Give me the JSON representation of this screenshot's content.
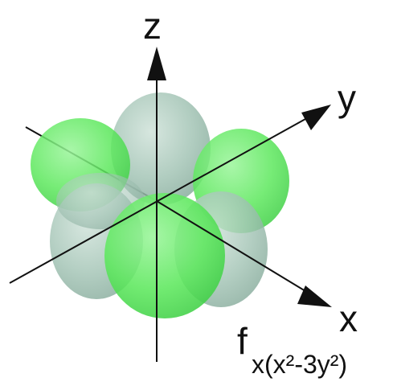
{
  "labels": {
    "z": "z",
    "y": "y",
    "x": "x"
  },
  "orbital": {
    "letter": "f",
    "subscript": "x(x²-3y²)"
  },
  "colors": {
    "positive_lobe": "#5ee85e",
    "negative_lobe": "#a8c9bb",
    "axis": "#111111"
  }
}
